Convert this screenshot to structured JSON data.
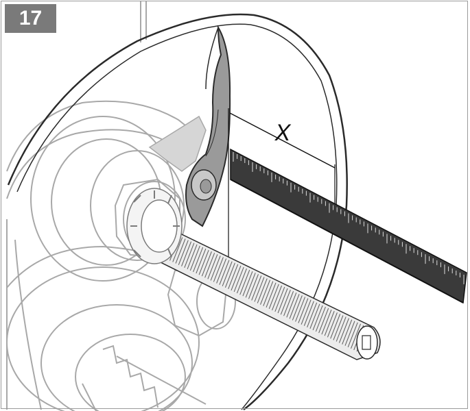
{
  "step": {
    "number": "17"
  },
  "dimension": {
    "label": "X"
  },
  "colors": {
    "badge_background": "#7a7a7a",
    "badge_text": "#ffffff",
    "line_art": "#2a2a2a",
    "light_part": "#a8a8a8",
    "lever_fill": "#9a9a9a",
    "ruler_fill": "#3a3a3a",
    "highlight_fill": "#d6d6d6"
  },
  "icons": {
    "badge": "step-number-badge",
    "ruler": "measuring-ruler",
    "lever": "lever-arm",
    "rod": "threaded-rod",
    "disc": "circular-disc"
  }
}
